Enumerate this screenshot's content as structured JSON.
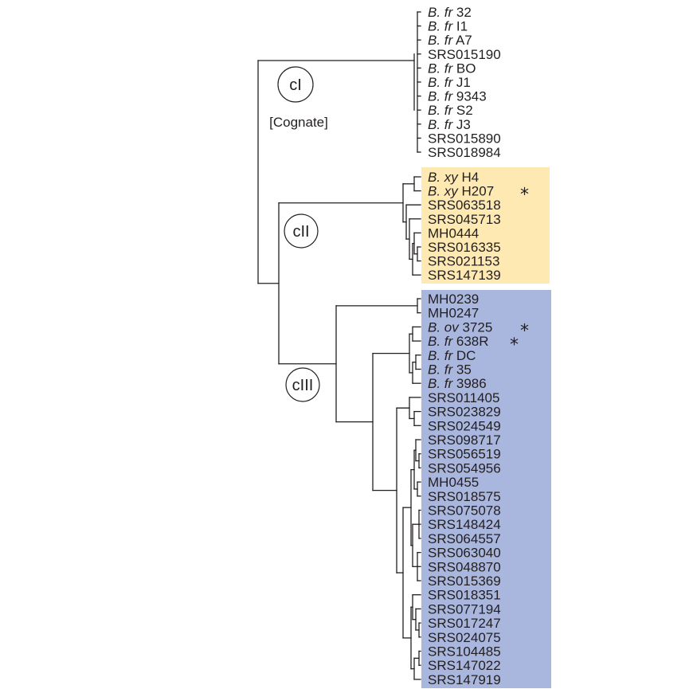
{
  "tree": {
    "clades": [
      {
        "id": "cI",
        "label": "cI",
        "note": "[Cognate]",
        "highlight": null,
        "leaves": [
          {
            "genus": "B. fr",
            "name": "32",
            "star": false
          },
          {
            "genus": "B. fr",
            "name": "I1",
            "star": false
          },
          {
            "genus": "B. fr",
            "name": "A7",
            "star": false
          },
          {
            "genus": "",
            "name": "SRS015190",
            "star": false
          },
          {
            "genus": "B. fr",
            "name": "BO",
            "star": false
          },
          {
            "genus": "B. fr",
            "name": "J1",
            "star": false
          },
          {
            "genus": "B. fr",
            "name": "9343",
            "star": false
          },
          {
            "genus": "B. fr",
            "name": "S2",
            "star": false
          },
          {
            "genus": "B. fr",
            "name": "J3",
            "star": false
          },
          {
            "genus": "",
            "name": "SRS015890",
            "star": false
          },
          {
            "genus": "",
            "name": "SRS018984",
            "star": false
          }
        ]
      },
      {
        "id": "cII",
        "label": "cII",
        "note": "",
        "highlight": "#fde9b1",
        "leaves": [
          {
            "genus": "B. xy",
            "name": "H4",
            "star": false
          },
          {
            "genus": "B. xy",
            "name": "H207",
            "star": true
          },
          {
            "genus": "",
            "name": "SRS063518",
            "star": false
          },
          {
            "genus": "",
            "name": "SRS045713",
            "star": false
          },
          {
            "genus": "",
            "name": "MH0444",
            "star": false
          },
          {
            "genus": "",
            "name": "SRS016335",
            "star": false
          },
          {
            "genus": "",
            "name": "SRS021153",
            "star": false
          },
          {
            "genus": "",
            "name": "SRS147139",
            "star": false
          }
        ]
      },
      {
        "id": "cIII",
        "label": "cIII",
        "note": "",
        "highlight": "#a9b6dd",
        "leaves": [
          {
            "genus": "",
            "name": "MH0239",
            "star": false
          },
          {
            "genus": "",
            "name": "MH0247",
            "star": false
          },
          {
            "genus": "B. ov",
            "name": "3725",
            "star": true
          },
          {
            "genus": "B. fr",
            "name": "638R",
            "star": true
          },
          {
            "genus": "B. fr",
            "name": "DC",
            "star": false
          },
          {
            "genus": "B. fr",
            "name": "35",
            "star": false
          },
          {
            "genus": "B. fr",
            "name": "3986",
            "star": false
          },
          {
            "genus": "",
            "name": "SRS011405",
            "star": false
          },
          {
            "genus": "",
            "name": "SRS023829",
            "star": false
          },
          {
            "genus": "",
            "name": "SRS024549",
            "star": false
          },
          {
            "genus": "",
            "name": "SRS098717",
            "star": false
          },
          {
            "genus": "",
            "name": "SRS056519",
            "star": false
          },
          {
            "genus": "",
            "name": "SRS054956",
            "star": false
          },
          {
            "genus": "",
            "name": "MH0455",
            "star": false
          },
          {
            "genus": "",
            "name": "SRS018575",
            "star": false
          },
          {
            "genus": "",
            "name": "SRS075078",
            "star": false
          },
          {
            "genus": "",
            "name": "SRS148424",
            "star": false
          },
          {
            "genus": "",
            "name": "SRS064557",
            "star": false
          },
          {
            "genus": "",
            "name": "SRS063040",
            "star": false
          },
          {
            "genus": "",
            "name": "SRS048870",
            "star": false
          },
          {
            "genus": "",
            "name": "SRS015369",
            "star": false
          },
          {
            "genus": "",
            "name": "SRS018351",
            "star": false
          },
          {
            "genus": "",
            "name": "SRS077194",
            "star": false
          },
          {
            "genus": "",
            "name": "SRS017247",
            "star": false
          },
          {
            "genus": "",
            "name": "SRS024075",
            "star": false
          },
          {
            "genus": "",
            "name": "SRS104485",
            "star": false
          },
          {
            "genus": "",
            "name": "SRS147022",
            "star": false
          },
          {
            "genus": "",
            "name": "SRS147919",
            "star": false
          }
        ]
      }
    ],
    "star_symbol": "*",
    "line_color": "#231f20"
  }
}
